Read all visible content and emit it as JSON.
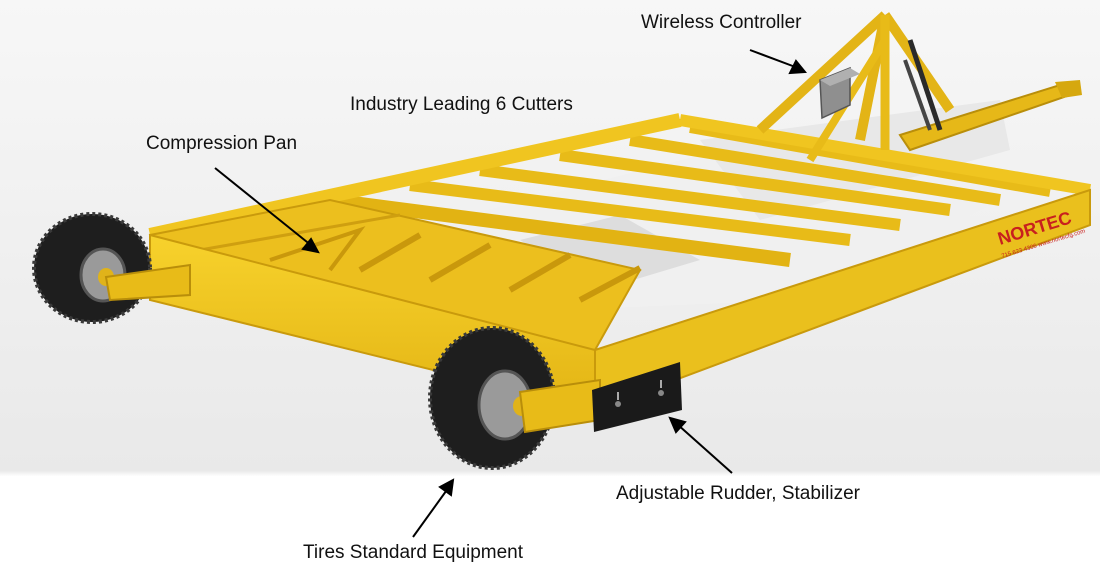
{
  "labels": {
    "wireless_controller": "Wireless Controller",
    "cutters": "Industry Leading 6 Cutters",
    "compression_pan": "Compression Pan",
    "rudder": "Adjustable Rudder, Stabilizer",
    "tires": "Tires Standard Equipment"
  },
  "brand": {
    "logo_text": "NORTEC"
  },
  "colors": {
    "frame_yellow": "#f2c51c",
    "frame_shadow": "#d9a90f",
    "tire": "#1c1c1c",
    "cloth": "#eeeeee",
    "logo_red": "#c8201e"
  }
}
